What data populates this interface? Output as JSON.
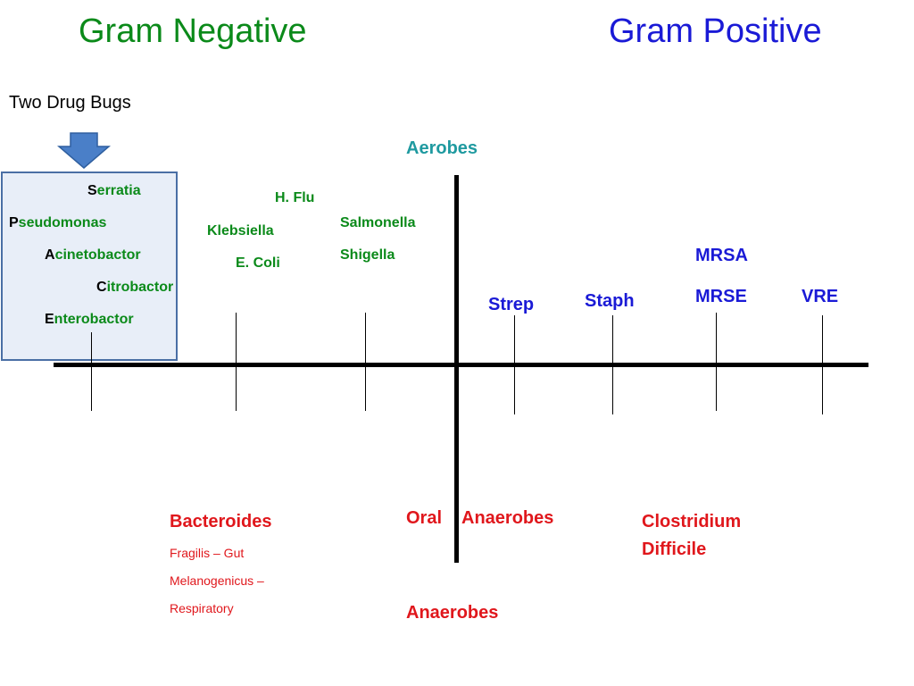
{
  "titles": {
    "gram_negative": "Gram Negative",
    "gram_positive": "Gram Positive"
  },
  "two_drug_bugs": "Two Drug Bugs",
  "aerobes_label": "Aerobes",
  "anaerobes_label": "Anaerobes",
  "oral_label": "Oral",
  "oral_anaerobes_label": "Anaerobes",
  "box_items": [
    {
      "first": "S",
      "rest": "erratia"
    },
    {
      "first": "P",
      "rest": "seudomonas"
    },
    {
      "first": "A",
      "rest": "cinetobactor"
    },
    {
      "first": "C",
      "rest": "itrobactor"
    },
    {
      "first": "E",
      "rest": "nterobactor"
    }
  ],
  "gram_negative_aerobes": {
    "hflu": "H. Flu",
    "klebsiella": "Klebsiella",
    "ecoli": "E. Coli",
    "salmonella": "Salmonella",
    "shigella": "Shigella"
  },
  "gram_positive_aerobes": {
    "strep": "Strep",
    "staph": "Staph",
    "mrsa": "MRSA",
    "mrse": "MRSE",
    "vre": "VRE"
  },
  "anaerobes": {
    "bacteroides": "Bacteroides",
    "fragilis": "Fragilis – Gut",
    "melanogenicus": "Melanogenicus –",
    "respiratory": "Respiratory",
    "clostridium": "Clostridium",
    "difficile": "Difficile"
  },
  "colors": {
    "gram_negative": "#0b8a1a",
    "gram_positive": "#1a1ad6",
    "aerobes": "#1f9aa0",
    "anaerobes": "#e0171c",
    "box_fill": "#e8eef8",
    "box_border": "#4a6fa5",
    "arrow": "#4a7fc8"
  },
  "icons": {
    "pointer": "down-arrow-icon"
  }
}
